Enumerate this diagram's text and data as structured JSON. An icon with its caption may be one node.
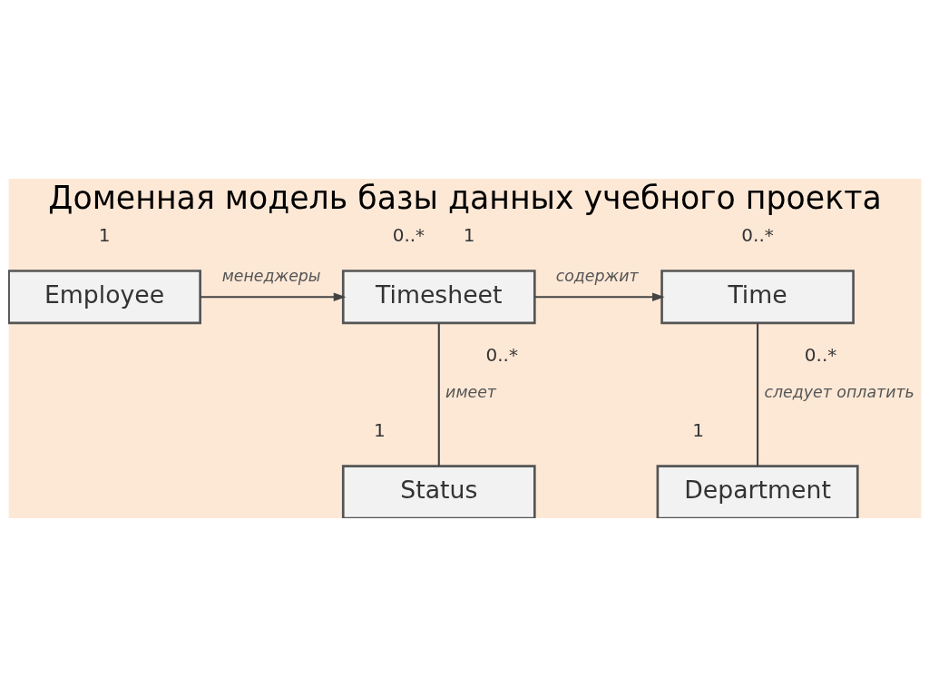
{
  "diagram": {
    "title": "Доменная модель базы данных учебного проекта",
    "nodes": [
      {
        "text": [
          "Employee"
        ]
      },
      {
        "text": [
          "Timesheet"
        ]
      },
      {
        "text": [
          "Time"
        ]
      },
      {
        "text": [
          "Status"
        ]
      },
      {
        "text": [
          "Department"
        ]
      }
    ],
    "edges": [
      {
        "from": 0,
        "to": 1,
        "arrow": "to",
        "label": "менеджеры"
      },
      {
        "from": 1,
        "to": 2,
        "arrow": "to",
        "label": "содержит"
      },
      {
        "from": 1,
        "to": 3,
        "arrow": "none",
        "label": "имеет"
      },
      {
        "from": 2,
        "to": 4,
        "arrow": "none",
        "label": "следует оплатить"
      }
    ],
    "labels": [
      "1",
      "0..*",
      "1",
      "0..*",
      "0..*",
      "0..*",
      "1",
      "1"
    ]
  }
}
